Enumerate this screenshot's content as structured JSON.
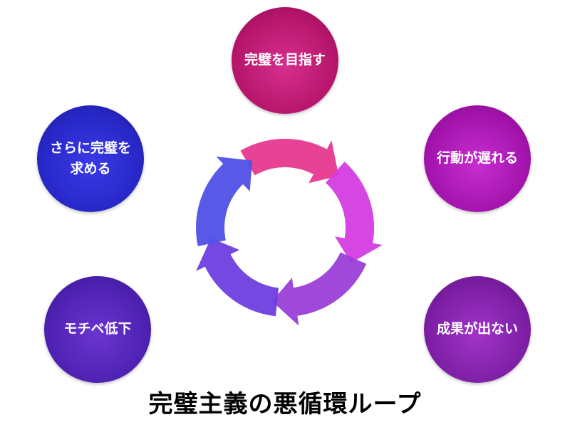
{
  "title": "完璧主義の悪循環ループ",
  "nodes": [
    {
      "label": "完璧を目指す",
      "color": "#b8166d"
    },
    {
      "label": "行動が遅れる",
      "color": "#a514ae"
    },
    {
      "label": "成果が出ない",
      "color": "#7e1fa6"
    },
    {
      "label": "モチベ低下",
      "color": "#4f22b3"
    },
    {
      "label": "さらに完璧を\n求める",
      "color": "#2828c8"
    }
  ],
  "arrow_colors": [
    "#e6388e",
    "#d43ce0",
    "#9a3ed8",
    "#6e3ee0",
    "#5050e6"
  ]
}
